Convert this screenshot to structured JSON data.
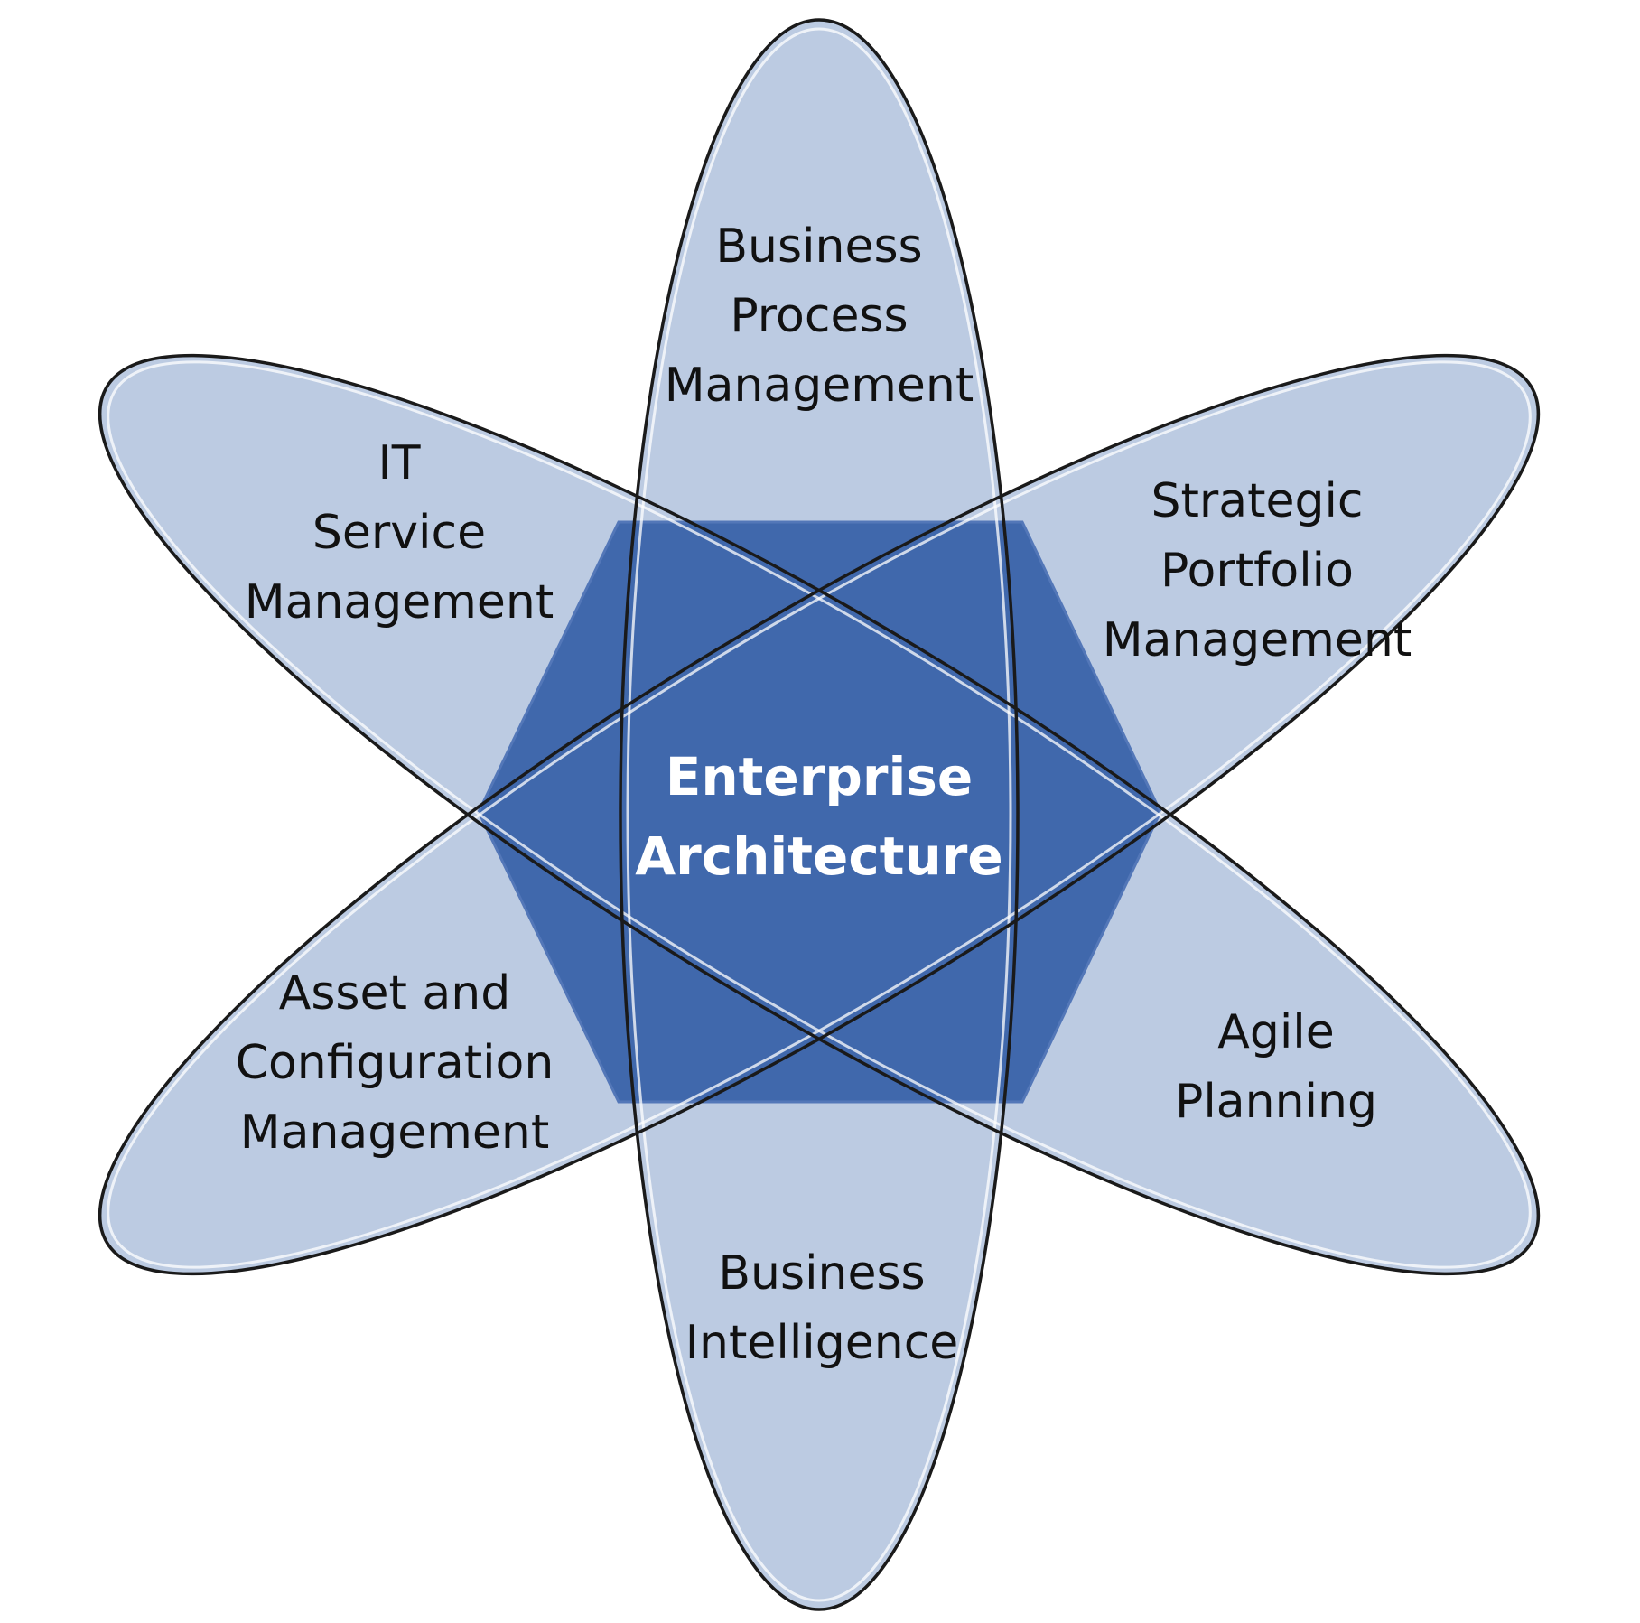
{
  "center": {
    "line1": "Enterprise",
    "line2": "Architecture"
  },
  "petals": {
    "top": [
      "Business",
      "Process",
      "Management"
    ],
    "upper_left": [
      "IT",
      "Service",
      "Management"
    ],
    "upper_right": [
      "Strategic",
      "Portfolio",
      "Management"
    ],
    "lower_left": [
      "Asset and",
      "Configuration",
      "Management"
    ],
    "lower_right": [
      "Agile",
      "Planning"
    ],
    "bottom": [
      "Business",
      "Intelligence"
    ]
  },
  "colors": {
    "petal_fill": "#bccbe2",
    "hexagon_fill": "#3a64aa",
    "outline": "#1a1a1a",
    "center_text": "#ffffff"
  }
}
